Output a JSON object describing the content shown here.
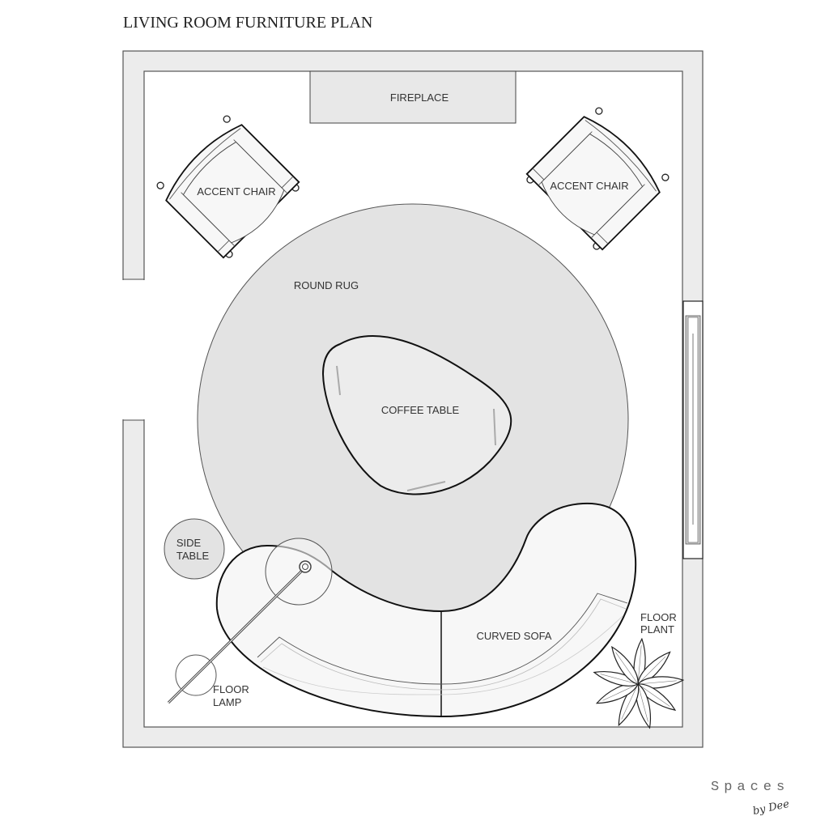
{
  "title": "LIVING ROOM FURNITURE PLAN",
  "labels": {
    "fireplace": "FIREPLACE",
    "accent_chair_left": "ACCENT CHAIR",
    "accent_chair_right": "ACCENT CHAIR",
    "round_rug": "ROUND RUG",
    "coffee_table": "COFFEE TABLE",
    "side_table_1": "SIDE",
    "side_table_2": "TABLE",
    "curved_sofa": "CURVED SOFA",
    "floor_plant_1": "FLOOR",
    "floor_plant_2": "PLANT",
    "floor_lamp_1": "FLOOR",
    "floor_lamp_2": "LAMP"
  },
  "logo": {
    "name": "Spaces",
    "byline": "by Dee"
  },
  "colors": {
    "wall": "#ececec",
    "rug": "#e3e3e3",
    "furniture": "#f7f7f7",
    "line": "#222222"
  }
}
